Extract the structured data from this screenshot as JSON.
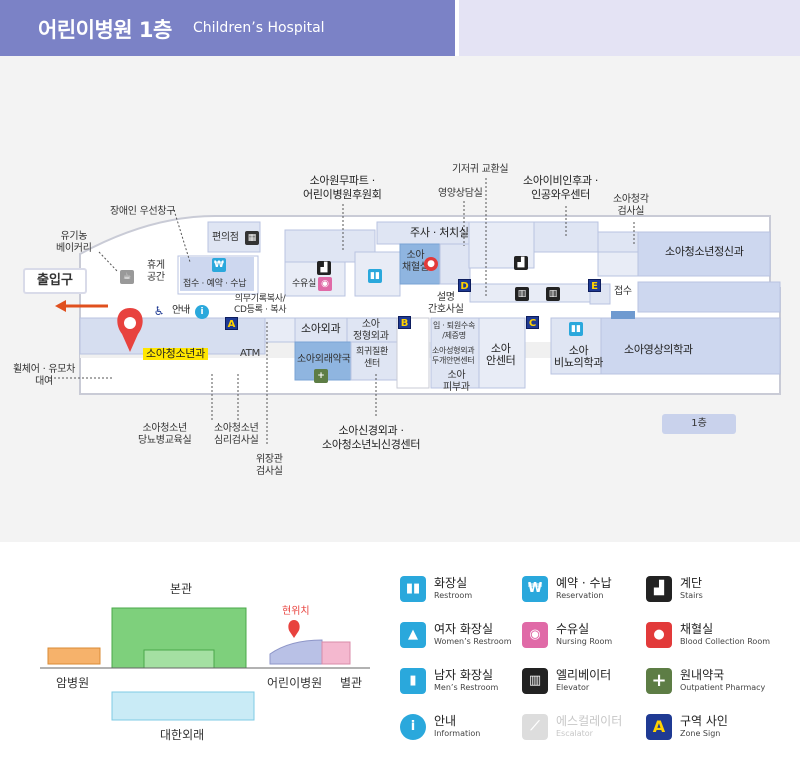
{
  "header": {
    "title_ko": "어린이병원 1층",
    "title_en": "Children’s Hospital"
  },
  "map": {
    "exit": "출입구",
    "floor_badge": "1층",
    "rooms": {
      "zone_youth": "소아청소년과",
      "atm": "ATM",
      "pediatric_surgery": "소아외과",
      "pediatric_ortho": "소아\n정형외과",
      "pediatric_pharmacy": "소아외래약국",
      "rare_disease": "희귀질환\n센터",
      "blood_collection": "소아\n채혈실",
      "injection": "주사 · 처치실",
      "admission": "입 · 퇴원수속\n/제증명",
      "cosmetic_surgery": "소아성형외과\n두개안면센터",
      "dermatology": "소아\n피부과",
      "ophthalmology": "소아\n안센터",
      "urology": "소아\n비뇨의학과",
      "radiology": "소아영상의학과",
      "psychiatry": "소아청소년정신과",
      "rest_area": "휴게\n공간",
      "reception": "접수 · 예약 · 수납",
      "convenience": "편의점",
      "nursing": "수유실",
      "explanation": "설명\n간호사실",
      "stairs_label": "접수",
      "info": "안내"
    },
    "callouts": {
      "wheelchair_window": "장애인 우선창구",
      "juice": "유기농\n베이커리",
      "pharmacy_apt": "소아원무파트 ·\n어린이병원후원회",
      "diaper": "기저귀 교환실",
      "nutrition": "영양상담실",
      "ent": "소아이비인후과 ·\n인공와우센터",
      "audiology": "소아청각\n검사실",
      "medical_copy": "의무기록복사/\nCD등록 · 복사",
      "wheelchair_rental": "휠체어 · 유모차\n대여",
      "diabetes": "소아청소년\n당뇨병교육실",
      "psych_test": "소아청소년\n심리검사실",
      "endoscopy": "위장관\n검사실",
      "neuro": "소아신경외과 ·\n소아청소년뇌신경센터"
    },
    "zones": [
      "A",
      "B",
      "C",
      "D",
      "E"
    ]
  },
  "legend": {
    "buildings": {
      "main": "본관",
      "cancer": "암병원",
      "children": "어린이병원",
      "annex": "별관",
      "dental": "대한외래",
      "current": "현위치"
    },
    "items": [
      {
        "ko": "화장실",
        "en": "Restroom",
        "icon": "restroom-icon",
        "color": "#2aa8dc"
      },
      {
        "ko": "여자 화장실",
        "en": "Women’s Restroom",
        "icon": "women-restroom-icon",
        "color": "#2aa8dc"
      },
      {
        "ko": "남자 화장실",
        "en": "Men’s Restroom",
        "icon": "men-restroom-icon",
        "color": "#2aa8dc"
      },
      {
        "ko": "안내",
        "en": "Information",
        "icon": "information-icon",
        "color": "#2aa8dc"
      },
      {
        "ko": "예약 · 수납",
        "en": "Reservation",
        "icon": "reservation-icon",
        "color": "#2aa8dc"
      },
      {
        "ko": "수유실",
        "en": "Nursing Room",
        "icon": "nursing-icon",
        "color": "#e06aa7"
      },
      {
        "ko": "엘리베이터",
        "en": "Elevator",
        "icon": "elevator-icon",
        "color": "#222222"
      },
      {
        "ko": "에스컬레이터",
        "en": "Escalator",
        "icon": "escalator-icon",
        "color": "#dddddd"
      },
      {
        "ko": "계단",
        "en": "Stairs",
        "icon": "stairs-icon",
        "color": "#222222"
      },
      {
        "ko": "채혈실",
        "en": "Blood Collection Room",
        "icon": "blood-drop-icon",
        "color": "#e23a3a"
      },
      {
        "ko": "원내약국",
        "en": "Outpatient Pharmacy",
        "icon": "pharmacy-cross-icon",
        "color": "#5d7d45"
      },
      {
        "ko": "구역 사인",
        "en": "Zone Sign",
        "icon": "zone-sign-icon",
        "color": "#1f3a93"
      }
    ]
  }
}
